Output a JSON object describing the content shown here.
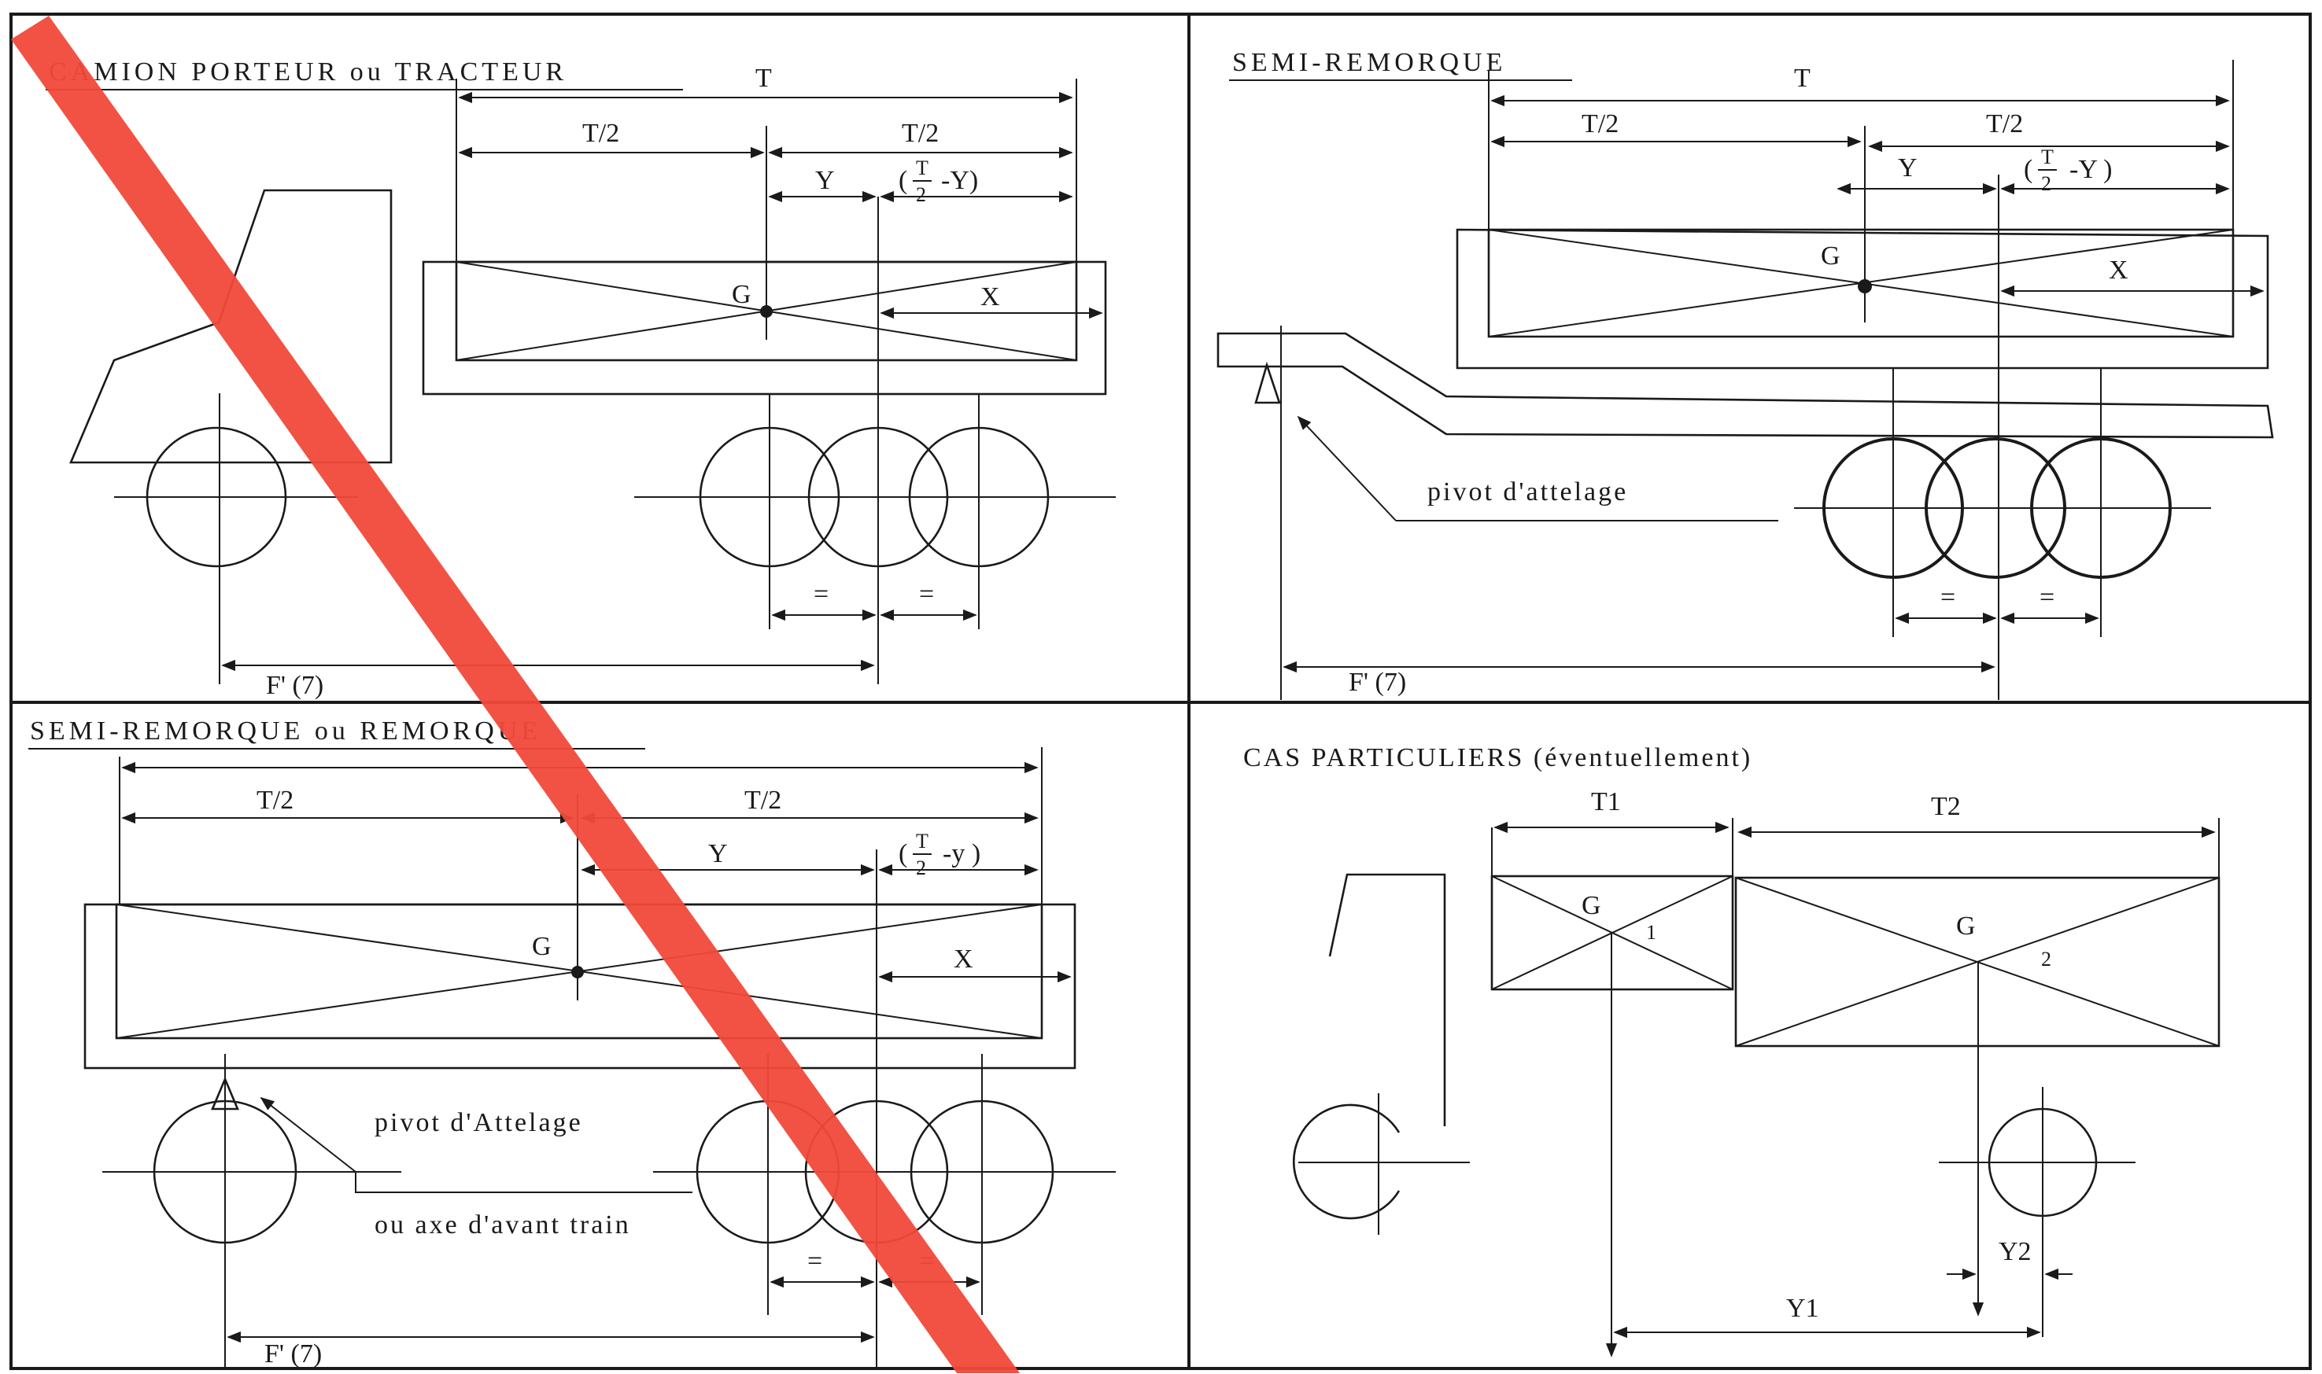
{
  "panels": {
    "p1": {
      "title": "CAMION PORTEUR ou TRACTEUR",
      "T": "T",
      "T2a": "T/2",
      "T2b": "T/2",
      "Y": "Y",
      "halfT_left": "(",
      "halfT_num": "T",
      "halfT_den": "2",
      "halfT_right": "-Y)",
      "G": "G",
      "X": "X",
      "eq1": "=",
      "eq2": "=",
      "F": "F' (7)"
    },
    "p2": {
      "title": "SEMI-REMORQUE",
      "T": "T",
      "T2a": "T/2",
      "T2b": "T/2",
      "Y": "Y",
      "halfT_left": "(",
      "halfT_num": "T",
      "halfT_den": "2",
      "halfT_right": "-Y )",
      "G": "G",
      "X": "X",
      "pivot": "pivot d'attelage",
      "eq1": "=",
      "eq2": "=",
      "F": "F' (7)"
    },
    "p3": {
      "title": "SEMI-REMORQUE ou REMORQUE",
      "T2a": "T/2",
      "T2b": "T/2",
      "Y": "Y",
      "halfT_left": "(",
      "halfT_num": "T",
      "halfT_den": "2",
      "halfT_right": "-y )",
      "G": "G",
      "X": "X",
      "pivot": "pivot d'Attelage",
      "axe": "ou axe d'avant train",
      "eq1": "=",
      "eq2": "=",
      "F": "F' (7)"
    },
    "p4": {
      "title": "CAS PARTICULIERS (éventuellement)",
      "T1": "T1",
      "T2": "T2",
      "G1": "G",
      "n1": "1",
      "G2": "G",
      "n2": "2",
      "Y1": "Y1",
      "Y2": "Y2"
    }
  },
  "colors": {
    "line": "#1a1a1a",
    "strike": "#f0493a",
    "background": "#ffffff"
  }
}
